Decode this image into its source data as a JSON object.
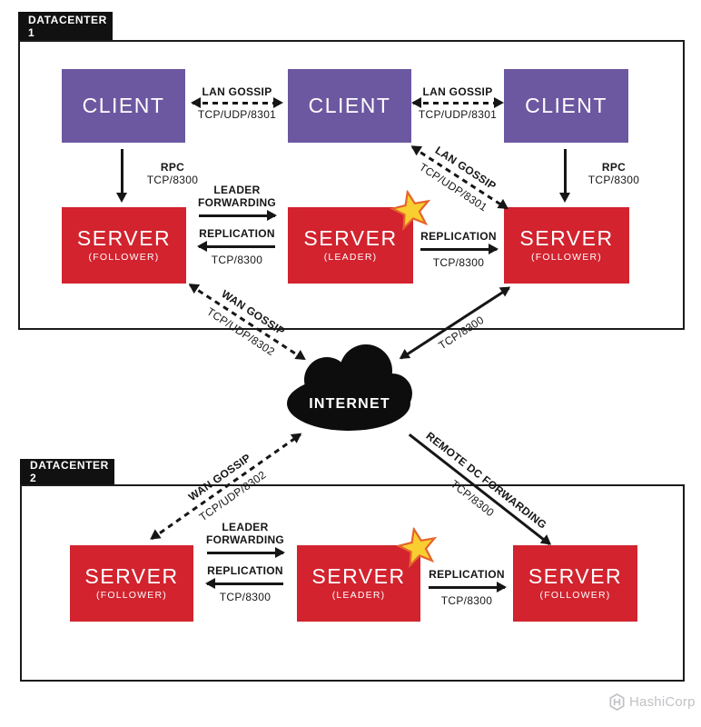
{
  "colors": {
    "client_purple": "#6c58a0",
    "server_red": "#d2232e",
    "line_black": "#161616",
    "star_fill": "#f9ce30",
    "star_stroke": "#e4642c",
    "logo_gray": "#c2c2c6"
  },
  "dc1": {
    "label": "DATACENTER 1",
    "clients": {
      "c1": "CLIENT",
      "c2": "CLIENT",
      "c3": "CLIENT"
    },
    "servers": {
      "s1": {
        "name": "SERVER",
        "role": "(FOLLOWER)"
      },
      "s2": {
        "name": "SERVER",
        "role": "(LEADER)"
      },
      "s3": {
        "name": "SERVER",
        "role": "(FOLLOWER)"
      }
    },
    "links": {
      "lan_gossip_a": {
        "title": "LAN GOSSIP",
        "protocol": "TCP/UDP/8301"
      },
      "lan_gossip_b": {
        "title": "LAN GOSSIP",
        "protocol": "TCP/UDP/8301"
      },
      "lan_gossip_diag": {
        "title": "LAN GOSSIP",
        "protocol": "TCP/UDP/8301"
      },
      "rpc_a": {
        "title": "RPC",
        "protocol": "TCP/8300"
      },
      "rpc_b": {
        "title": "RPC",
        "protocol": "TCP/8300"
      },
      "fwd_repl": {
        "leader": "LEADER",
        "forwarding": "FORWARDING",
        "replication": "REPLICATION",
        "protocol": "TCP/8300"
      },
      "replication": {
        "title": "REPLICATION",
        "protocol": "TCP/8300"
      }
    }
  },
  "wan": {
    "wan_gossip_dc1": {
      "title": "WAN GOSSIP",
      "protocol": "TCP/UDP/8302"
    },
    "tcp_dc1": {
      "protocol": "TCP/8300"
    },
    "wan_gossip_dc2": {
      "title": "WAN GOSSIP",
      "protocol": "TCP/UDP/8302"
    },
    "remote_dc_forwarding": {
      "title": "REMOTE DC FORWARDING",
      "protocol": "TCP/8300"
    },
    "internet": {
      "label": "INTERNET"
    }
  },
  "dc2": {
    "label": "DATACENTER 2",
    "servers": {
      "s1": {
        "name": "SERVER",
        "role": "(FOLLOWER)"
      },
      "s2": {
        "name": "SERVER",
        "role": "(LEADER)"
      },
      "s3": {
        "name": "SERVER",
        "role": "(FOLLOWER)"
      }
    },
    "links": {
      "fwd_repl": {
        "leader": "LEADER",
        "forwarding": "FORWARDING",
        "replication": "REPLICATION",
        "protocol": "TCP/8300"
      },
      "replication": {
        "title": "REPLICATION",
        "protocol": "TCP/8300"
      }
    }
  },
  "footer": {
    "brand": "HashiCorp"
  }
}
